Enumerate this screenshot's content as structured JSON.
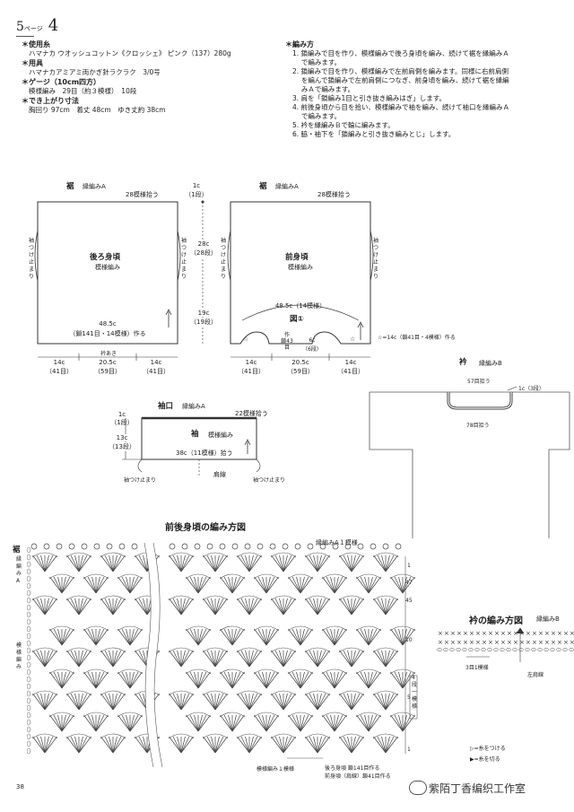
{
  "page_header": {
    "prefix": "5",
    "unit": "ページ",
    "number": "4"
  },
  "materials": [
    {
      "title": "＊使用糸",
      "lines": [
        "ハマナカ ウオッシュコットン《クロッシェ》 ピンク（137）280g"
      ]
    },
    {
      "title": "＊用具",
      "lines": [
        "ハマナカアミアミ両かぎ針ラクラク　3/0号"
      ]
    },
    {
      "title": "＊ゲージ（10cm四方）",
      "lines": [
        "模様編み　29目（約３模様）　10段"
      ]
    },
    {
      "title": "＊でき上がり寸法",
      "lines": [
        "胸回り 97cm　着丈 48cm　ゆき丈約 38cm"
      ]
    }
  ],
  "instructions": {
    "title": "＊編み方",
    "steps": [
      "1. 鎖編みで目を作り、模様編みで後ろ身頃を編み、続けて裾を縁編みＡ",
      "　 で編みます。",
      "2. 鎖編みで目を作り、模様編みで左前肩側を編みます。同様に右前肩側",
      "　 を編んで鎖編みで左前肩側につなぎ、前身頃を編み、続けて裾を縁編",
      "　 みＡで編みます。",
      "3. 肩を「鎖編み1目と引き抜き編みはぎ」します。",
      "4. 前後身頃から目を拾い、模様編みで袖を編み、続けて袖口を縁編みＡ",
      "　 で編みます。",
      "5. 衿を縁編みＢで輪に編みます。",
      "6. 脇・袖下を「鎖編みと引き抜き編みとじ」します。"
    ]
  },
  "back_body": {
    "hem_label": "裾",
    "hem_edge": "縁編みA",
    "top_pick": "28模様拾う",
    "title": "後ろ身頃",
    "pattern": "模様編み",
    "side_label": "袖つけ止まり",
    "width_total": "48.5c",
    "width_detail": "（鎖141目・14模様）作る",
    "neck_note": "衿あき",
    "bottom": [
      {
        "cm": "14c",
        "st": "（41目）"
      },
      {
        "cm": "20.5c",
        "st": "（59目）"
      },
      {
        "cm": "14c",
        "st": "（41目）"
      }
    ]
  },
  "mid_dims": {
    "top_cm": "1c",
    "top_rows": "（1段）",
    "total_cm": "28c",
    "total_rows": "（28段）",
    "lower_cm": "19c",
    "lower_rows": "（19段）"
  },
  "front_body": {
    "hem_label": "裾",
    "hem_edge": "縁編みA",
    "top_pick": "28模様拾う",
    "title": "前身頃",
    "pattern": "模様編み",
    "side_label": "袖つけ止まり",
    "width_total": "48.5c（14模様）",
    "figure_label": "図①",
    "cast_on": [
      "作",
      "鎖43",
      "目"
    ],
    "neck_cm": "6c",
    "neck_rows": "（6段）",
    "star_note": "☆=14c（鎖41目・4模様）作る",
    "bottom": [
      {
        "cm": "14c",
        "st": "（41目）"
      },
      {
        "cm": "20.5c",
        "st": "（59目）"
      },
      {
        "cm": "14c",
        "st": "（41目）"
      }
    ]
  },
  "collar": {
    "title": "衿",
    "edge": "縁編みB",
    "top_pick": "57目拾う",
    "depth": "1c（3段）",
    "bottom_pick": "78目拾う"
  },
  "sleeve": {
    "cuff_title": "袖口",
    "cuff_edge": "縁編みA",
    "pick": "22模様拾う",
    "depth_cm": "1c",
    "depth_rows": "（1段）",
    "len_cm": "13c",
    "len_rows": "（13段）",
    "title": "袖",
    "pattern": "模様編み",
    "width": "38c（11模様）拾う",
    "shoulder": "肩線",
    "left_stop": "袖つけ止まり",
    "right_stop": "袖つけ止まり"
  },
  "body_chart": {
    "title": "前後身頃の編み方図",
    "hem_vertical": "裾",
    "edge_a": "縁編みA",
    "top_repeat": "縁編みA１模様",
    "left_pattern": "模様編み",
    "row_numbers": [
      "1",
      "47",
      "45",
      "10",
      "5",
      "1"
    ],
    "repeat_note": "4段一模様",
    "bottom_repeat": "模様編み１模様",
    "back_cast": "後ろ身頃 鎖141目作る",
    "front_cast": "前身頃（肩線）鎖41目作る"
  },
  "collar_chart": {
    "title": "衿の編み方図",
    "edge": "縁編みB",
    "repeat": "3目1模様",
    "shoulder": "左肩線",
    "legend_attach": "=糸をつける",
    "legend_cut": "=糸を切る"
  },
  "footer": {
    "page_number": "38",
    "watermark": "紫陌丁香编织工作室"
  }
}
